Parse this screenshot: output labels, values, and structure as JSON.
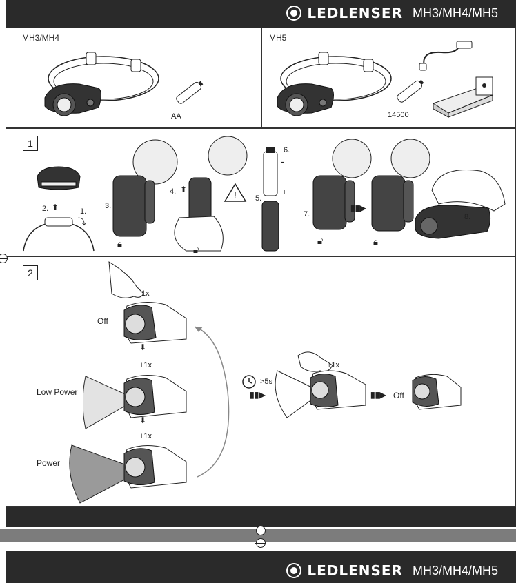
{
  "header": {
    "brand": "LEDLENSER",
    "model": "MH3/MH4/MH5"
  },
  "overview": {
    "left_title": "MH3/MH4",
    "left_battery": "AA",
    "right_title": "MH5",
    "right_battery": "14500"
  },
  "step1": {
    "number": "1",
    "labels": [
      "1.",
      "2.",
      "3.",
      "4.",
      "5.",
      "6.",
      "7.",
      "8."
    ],
    "minus": "-",
    "plus": "+"
  },
  "step2": {
    "number": "2",
    "off_label": "Off",
    "low_power_label": "Low Power",
    "power_label": "Power",
    "press_1x": "1x",
    "press_plus_1x_a": "+1x",
    "press_plus_1x_b": "+1x",
    "press_plus_1x_c": "+1x",
    "timer_label": ">5s",
    "off_result_label": "Off"
  },
  "footer": {
    "brand": "LEDLENSER",
    "model": "MH3/MH4/MH5"
  }
}
